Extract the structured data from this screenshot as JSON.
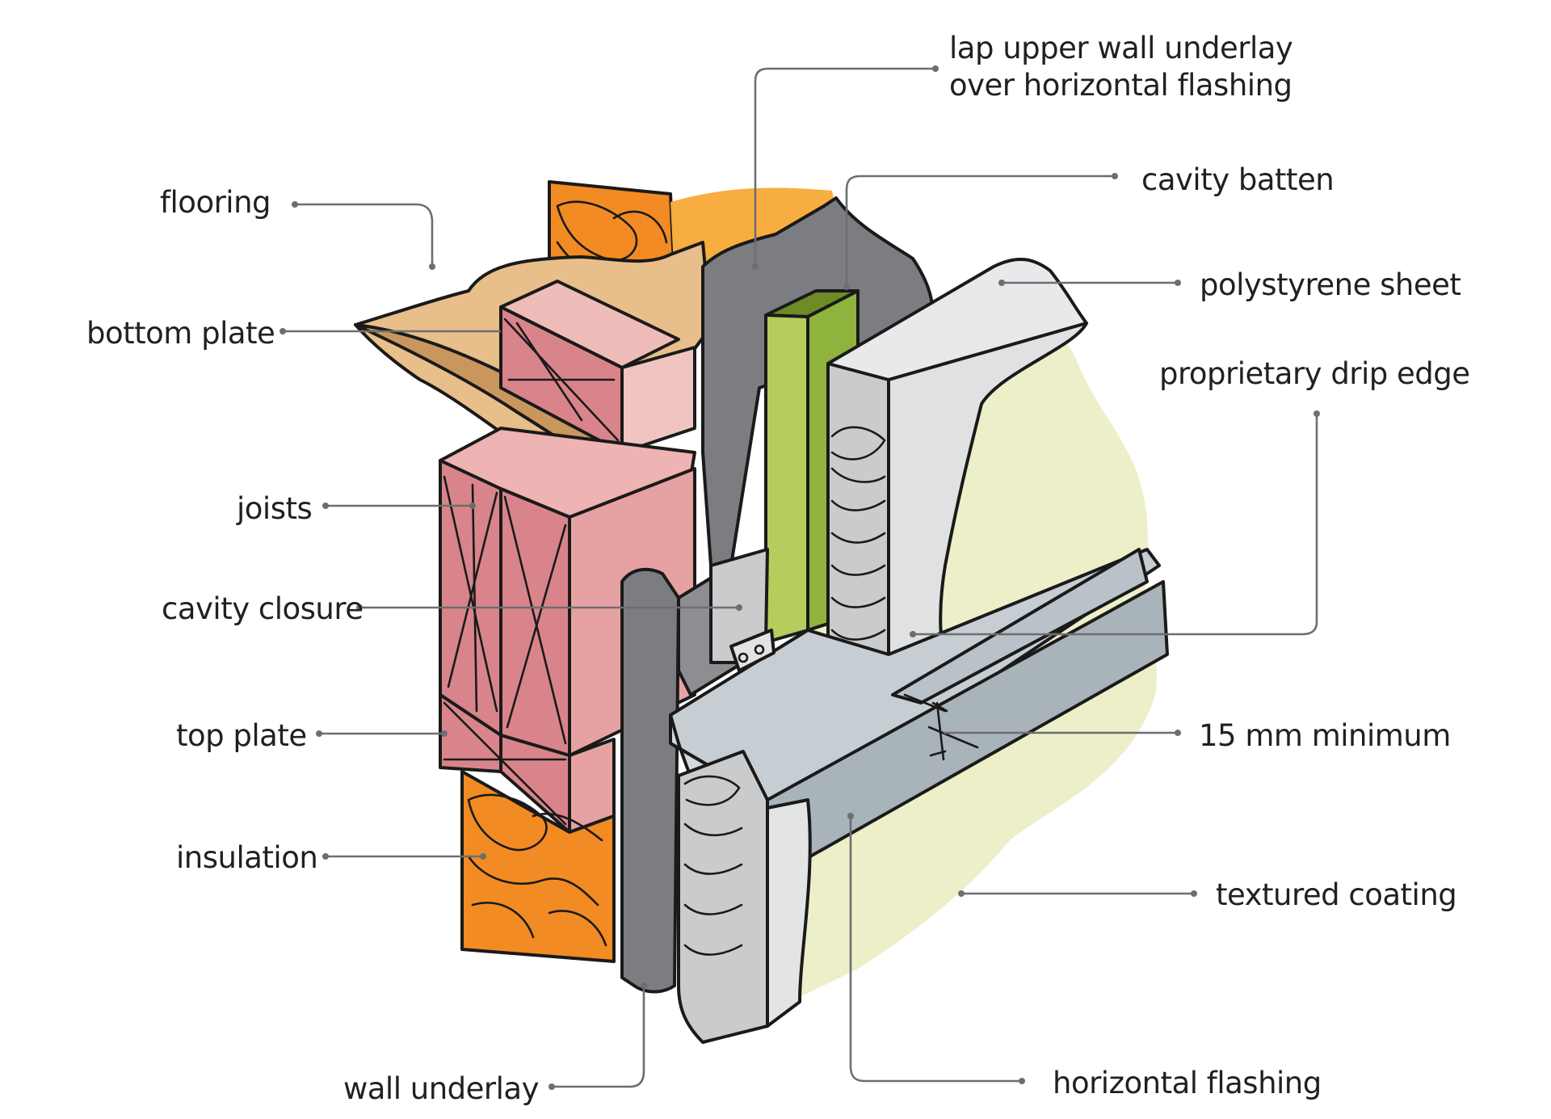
{
  "labels": {
    "lap_upper_line1": "lap upper wall underlay",
    "lap_upper_line2": "over horizontal flashing",
    "flooring": "flooring",
    "cavity_batten": "cavity batten",
    "polystyrene_sheet": "polystyrene sheet",
    "bottom_plate": "bottom plate",
    "proprietary_drip_edge": "proprietary drip edge",
    "joists": "joists",
    "cavity_closure": "cavity closure",
    "top_plate": "top plate",
    "fifteen_mm_minimum": "15 mm minimum",
    "insulation": "insulation",
    "textured_coating": "textured coating",
    "wall_underlay": "wall underlay",
    "horizontal_flashing": "horizontal flashing"
  },
  "colors": {
    "timber": "#d9848b",
    "timber_light": "#eeb3b2",
    "insulation": "#f28b23",
    "flooring": "#e8be8a",
    "wall_underlay": "#7b7d80",
    "batten": "#8fb33d",
    "polystyrene": "#d4d6d8",
    "flashing": "#b9c2c8",
    "coating": "#ecefc8"
  }
}
